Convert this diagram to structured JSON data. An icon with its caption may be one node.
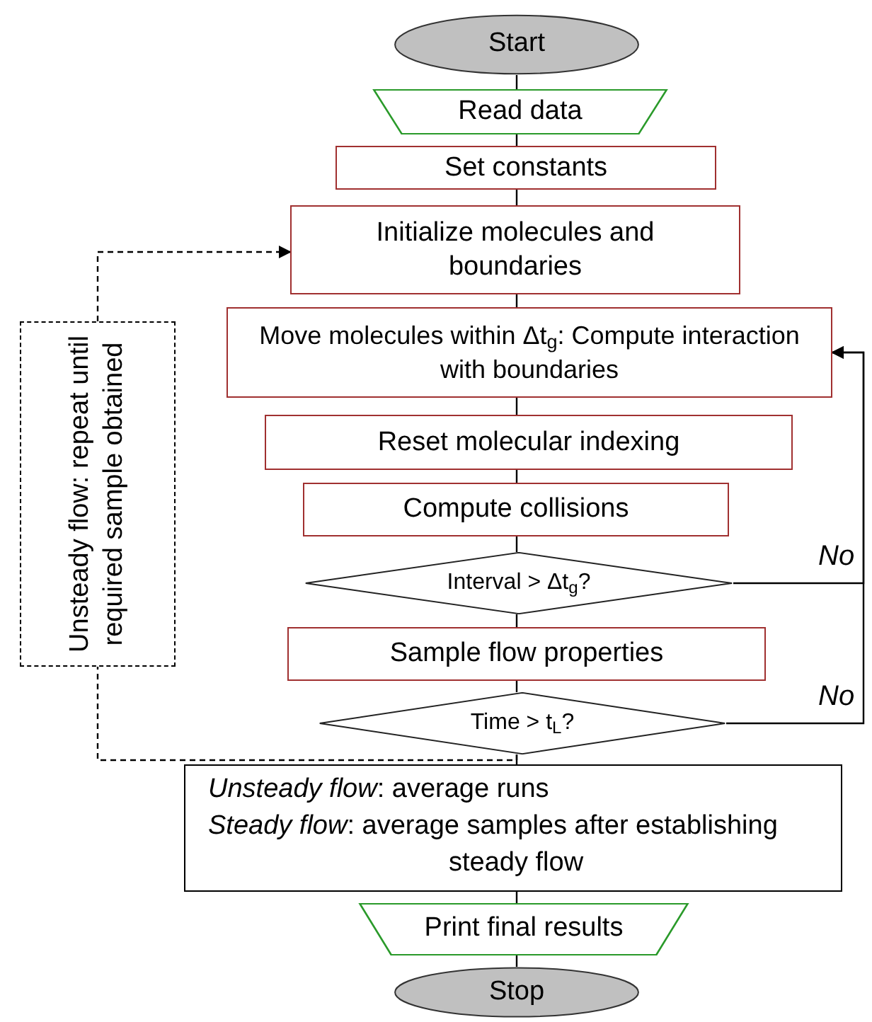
{
  "diagram": {
    "nodes": [
      {
        "text": [
          "Start"
        ]
      },
      {
        "text": [
          "Read data"
        ]
      },
      {
        "text": [
          "Set constants"
        ]
      },
      {
        "text": [
          "Initialize molecules and boundaries"
        ]
      },
      {
        "text": [
          "Move molecules within Δt$_{g}$: Compute interaction with boundaries"
        ]
      },
      {
        "text": [
          "Reset molecular indexing"
        ]
      },
      {
        "text": [
          "Compute collisions"
        ]
      },
      {
        "text": [
          "Interval > Δt$_{g}$?"
        ]
      },
      {
        "text": [
          "Sample flow properties"
        ]
      },
      {
        "text": [
          "Time > t$_{L}$?"
        ]
      },
      {
        "text": [
          "*Unsteady flow*: average runs",
          "*Steady flow*: average samples after establishing steady flow"
        ]
      },
      {
        "text": [
          "Print final results"
        ]
      },
      {
        "text": [
          "Stop"
        ]
      },
      {
        "text": [
          "Unsteady flow: repeat until required sample obtained"
        ]
      }
    ],
    "edges": [
      {
        "from": 0,
        "to": 1,
        "arrow": "none"
      },
      {
        "from": 1,
        "to": 2,
        "arrow": "none"
      },
      {
        "from": 2,
        "to": 3,
        "arrow": "none"
      },
      {
        "from": 3,
        "to": 4,
        "arrow": "none"
      },
      {
        "from": 4,
        "to": 5,
        "arrow": "none"
      },
      {
        "from": 5,
        "to": 6,
        "arrow": "none"
      },
      {
        "from": 6,
        "to": 7,
        "arrow": "none"
      },
      {
        "from": 7,
        "to": 8,
        "arrow": "none"
      },
      {
        "from": 8,
        "to": 9,
        "arrow": "none"
      },
      {
        "from": 9,
        "to": 10,
        "arrow": "none"
      },
      {
        "from": 10,
        "to": 11,
        "arrow": "none"
      },
      {
        "from": 11,
        "to": 12,
        "arrow": "none"
      },
      {
        "from": 7,
        "to": 4,
        "arrow": "to",
        "label": "No"
      },
      {
        "from": 9,
        "to": 4,
        "arrow": "to",
        "label": "No"
      },
      {
        "from": 9,
        "to": 13,
        "arrow": "none",
        "style": "dashed"
      },
      {
        "from": 13,
        "to": 3,
        "arrow": "to",
        "style": "dashed"
      }
    ]
  }
}
